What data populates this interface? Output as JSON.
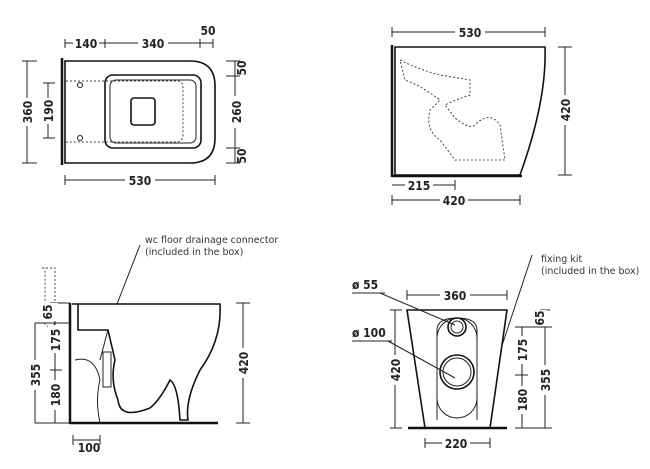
{
  "top_view": {
    "d_140": "140",
    "d_340": "340",
    "d_50_top": "50",
    "d_360": "360",
    "d_190": "190",
    "d_50_a": "50",
    "d_260": "260",
    "d_50_b": "50",
    "d_530": "530"
  },
  "side_view_right": {
    "d_530": "530",
    "d_420_v": "420",
    "d_215": "215",
    "d_420_h": "420"
  },
  "side_section": {
    "note_line1": "wc floor drainage connector",
    "note_line2": "(included in the box)",
    "d_65": "65",
    "d_175": "175",
    "d_355": "355",
    "d_180": "180",
    "d_420": "420",
    "d_100": "100"
  },
  "rear_view": {
    "note_line1": "fixing kit",
    "note_line2": "(included in the box)",
    "d_55": "ø 55",
    "d_100": "ø 100",
    "d_360": "360",
    "d_420": "420",
    "d_65": "65",
    "d_175": "175",
    "d_355": "355",
    "d_180": "180",
    "d_220": "220"
  }
}
